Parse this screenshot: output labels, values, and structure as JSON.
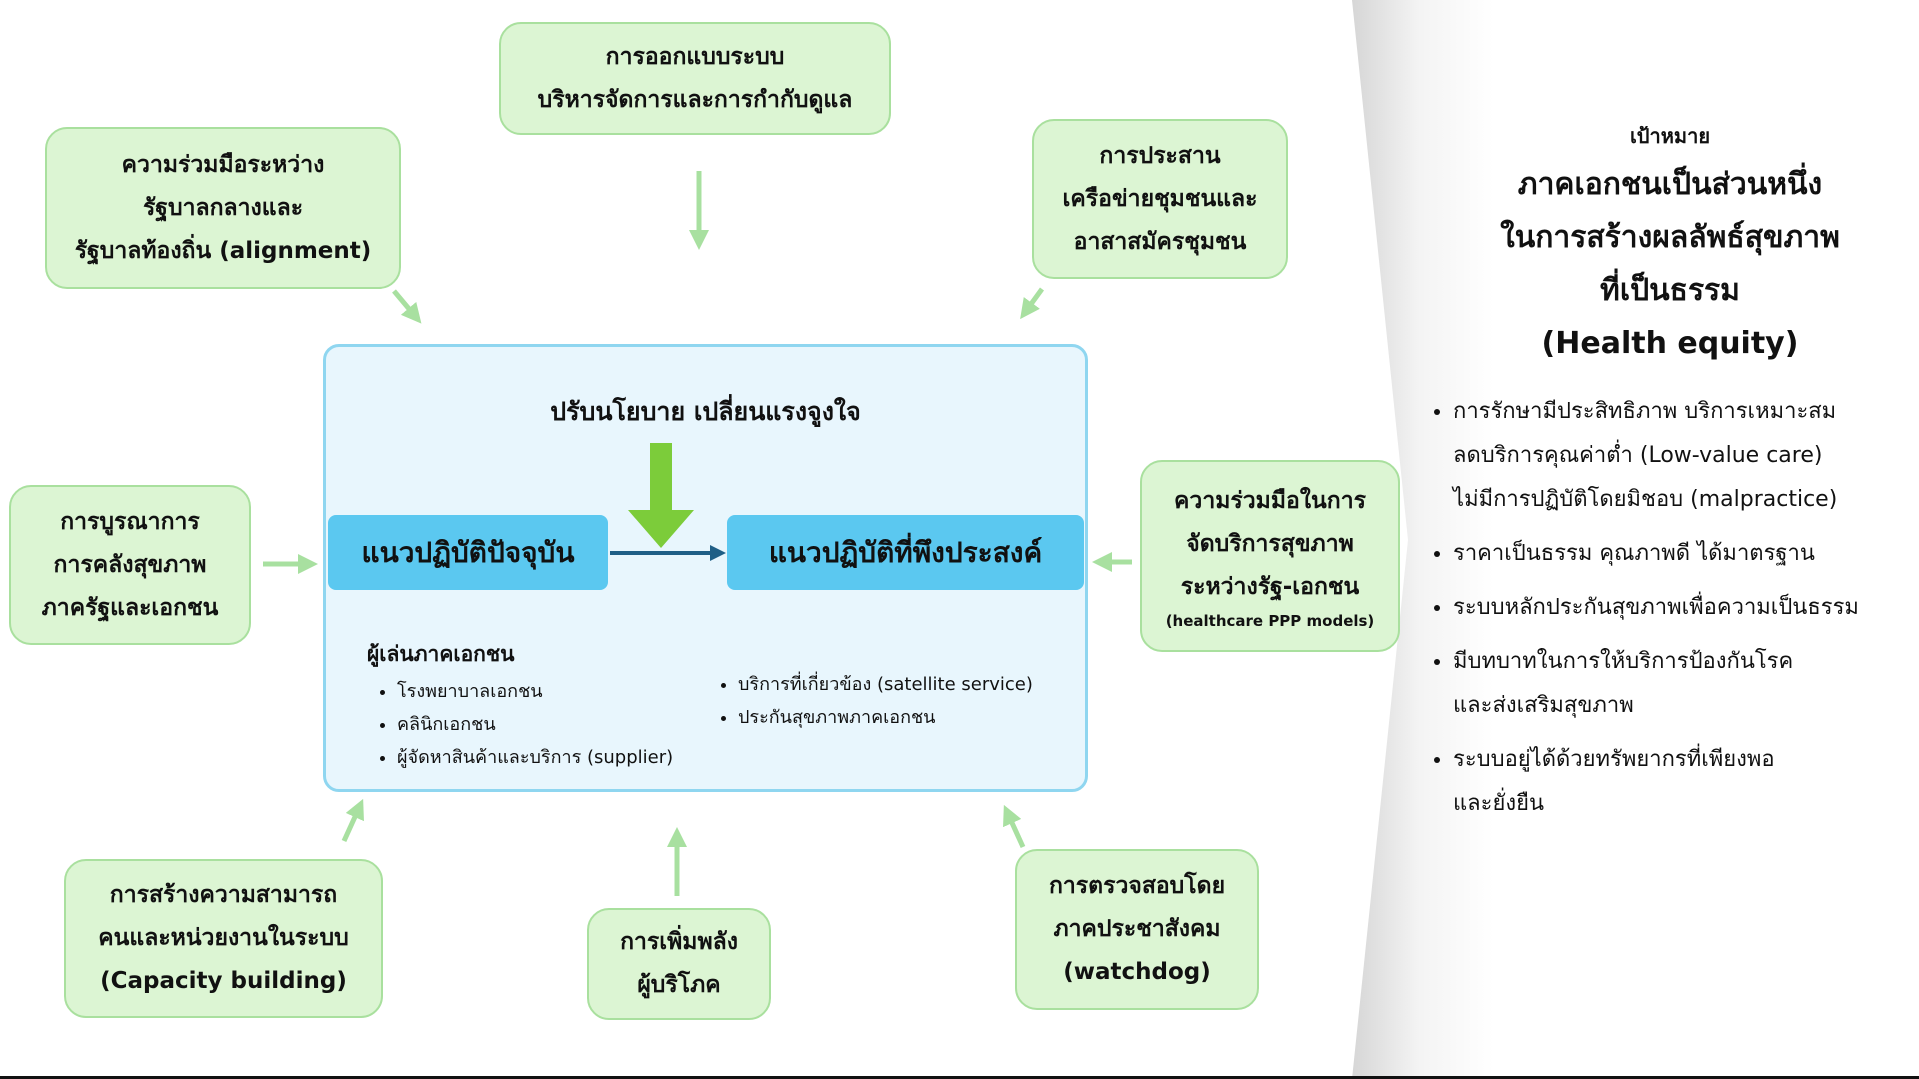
{
  "boxes": {
    "top": [
      "การออกแบบระบบ",
      "บริหารจัดการและการกำกับดูแล"
    ],
    "top_left": [
      "ความร่วมมือระหว่าง",
      "รัฐบาลกลางและ",
      "รัฐบาลท้องถิ่น (alignment)"
    ],
    "top_right": [
      "การประสาน",
      "เครือข่ายชุมชนและ",
      "อาสาสมัครชุมชน"
    ],
    "left": [
      "การบูรณาการ",
      "การคลังสุขภาพ",
      "ภาครัฐและเอกชน"
    ],
    "right": [
      "ความร่วมมือในการ",
      "จัดบริการสุขภาพ",
      "ระหว่างรัฐ-เอกชน",
      "(healthcare PPP models)"
    ],
    "bottom_left": [
      "การสร้างความสามารถ",
      "คนและหน่วยงานในระบบ",
      "(Capacity building)"
    ],
    "bottom_mid": [
      "การเพิ่มพลัง",
      "ผู้บริโภค"
    ],
    "bottom_right": [
      "การตรวจสอบโดย",
      "ภาคประชาสังคม",
      "(watchdog)"
    ]
  },
  "center": {
    "policy": "ปรับนโยบาย เปลี่ยนแรงจูงใจ",
    "current": "แนวปฏิบัติปัจจุบัน",
    "desired": "แนวปฏิบัติที่พึงประสงค์",
    "players_heading": "ผู้เล่นภาคเอกชน",
    "players_left": [
      "โรงพยาบาลเอกชน",
      "คลินิกเอกชน",
      "ผู้จัดหาสินค้าและบริการ (supplier)"
    ],
    "players_right": [
      "บริการที่เกี่ยวข้อง (satellite service)",
      "ประกันสุขภาพภาคเอกชน"
    ]
  },
  "goal": {
    "label": "เป้าหมาย",
    "title": [
      "ภาคเอกชนเป็นส่วนหนึ่ง",
      "ในการสร้างผลลัพธ์สุขภาพ",
      "ที่เป็นธรรม",
      "(Health equity)"
    ],
    "items": [
      [
        "การรักษามีประสิทธิภาพ บริการเหมาะสม",
        "ลดบริการคุณค่าต่ำ (Low-value care)",
        "ไม่มีการปฏิบัติโดยมิชอบ (malpractice)"
      ],
      [
        "ราคาเป็นธรรม คุณภาพดี ได้มาตรฐาน"
      ],
      [
        "ระบบหลักประกันสุขภาพเพื่อความเป็นธรรม"
      ],
      [
        "มีบทบาทในการให้บริการป้องกันโรค",
        "และส่งเสริมสุขภาพ"
      ],
      [
        "ระบบอยู่ได้ด้วยทรัพยากรที่เพียงพอ",
        "และยั่งยืน"
      ]
    ]
  },
  "colors": {
    "box_fill": "#dcf5d3",
    "box_border": "#a9e09e",
    "center_fill": "#e8f6fd",
    "pill": "#5bc8f0",
    "arrow_green": "#a8e0a0",
    "arrow_main": "#7ccc3a",
    "arrow_dark": "#1f5f86"
  }
}
